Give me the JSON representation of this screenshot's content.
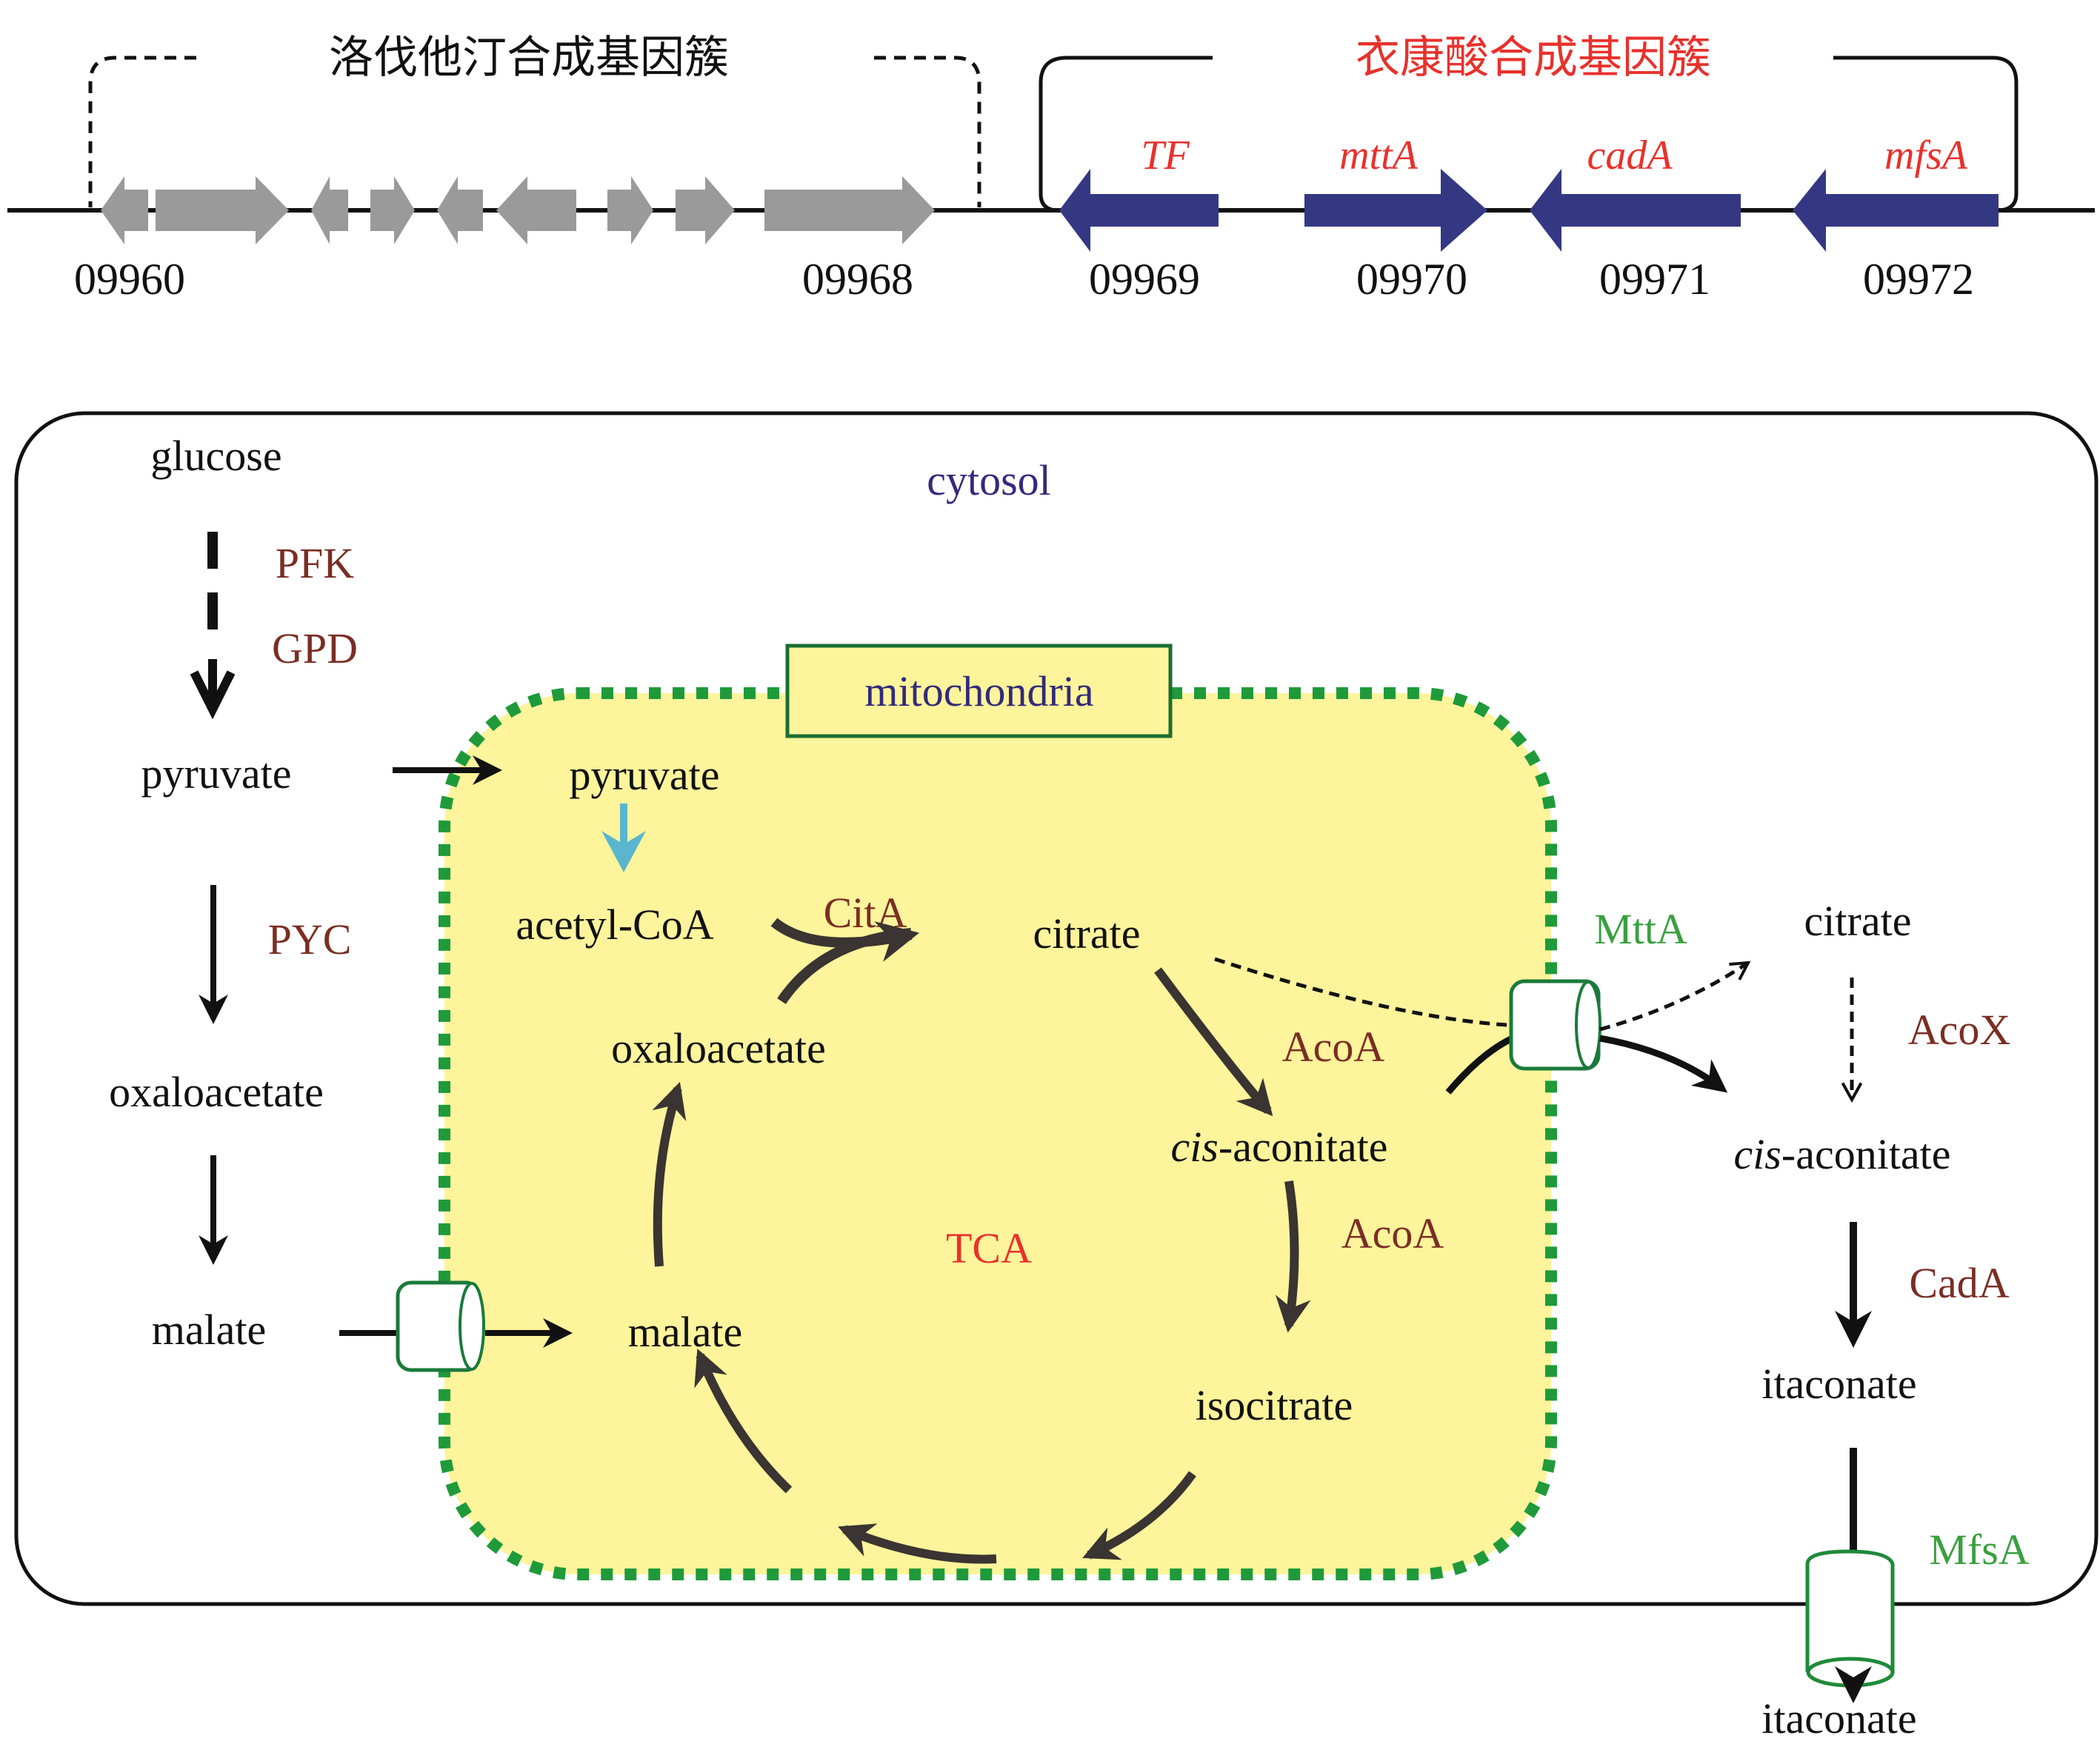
{
  "colors": {
    "lovastatin_gene": "#9a9a9a",
    "itaconate_gene": "#343883",
    "itaconate_title": "#e8312c",
    "enzyme": "#7a2e24",
    "transporter": "#3aa040",
    "compartment_label": "#332a7c",
    "tca_label": "#e8312c",
    "mito_fill": "#fdf49b",
    "mito_border": "#1f9a3a",
    "metabolite": "#111111",
    "pyruvate_to_acetylcoa_arrow": "#5ab6cf"
  },
  "gene_clusters": {
    "lovastatin": {
      "title": "洛伐他汀合成基因簇",
      "start_label": "09960",
      "end_label": "09968",
      "gene_directions": [
        "left",
        "right",
        "left",
        "right",
        "left",
        "left",
        "right",
        "right",
        "right"
      ]
    },
    "itaconate": {
      "title": "衣康酸合成基因簇",
      "genes": [
        {
          "name": "TF",
          "id": "09969",
          "direction": "left"
        },
        {
          "name": "mttA",
          "id": "09970",
          "direction": "right"
        },
        {
          "name": "cadA",
          "id": "09971",
          "direction": "left"
        },
        {
          "name": "mfsA",
          "id": "09972",
          "direction": "left"
        }
      ]
    }
  },
  "pathway": {
    "compartments": {
      "cytosol": "cytosol",
      "mitochondria": "mitochondria",
      "cycle": "TCA"
    },
    "cytosol_metabolites": {
      "glucose": "glucose",
      "pyruvate": "pyruvate",
      "oxaloacetate": "oxaloacetate",
      "malate": "malate",
      "citrate": "citrate",
      "cis_aconitate_prefix": "cis",
      "cis_aconitate_suffix": "-aconitate",
      "itaconate": "itaconate",
      "itaconate_extracellular": "itaconate"
    },
    "mito_metabolites": {
      "pyruvate": "pyruvate",
      "acetyl_coa": "acetyl-CoA",
      "citrate": "citrate",
      "oxaloacetate": "oxaloacetate",
      "cis_aconitate_prefix": "cis",
      "cis_aconitate_suffix": "-aconitate",
      "isocitrate": "isocitrate",
      "malate": "malate"
    },
    "enzymes": {
      "pfk": "PFK",
      "gpd": "GPD",
      "pyc": "PYC",
      "cita": "CitA",
      "acoa_1": "AcoA",
      "acoa_2": "AcoA",
      "acox": "AcoX",
      "cada": "CadA"
    },
    "transporters": {
      "mtta": "MttA",
      "mfsa": "MfsA"
    }
  }
}
